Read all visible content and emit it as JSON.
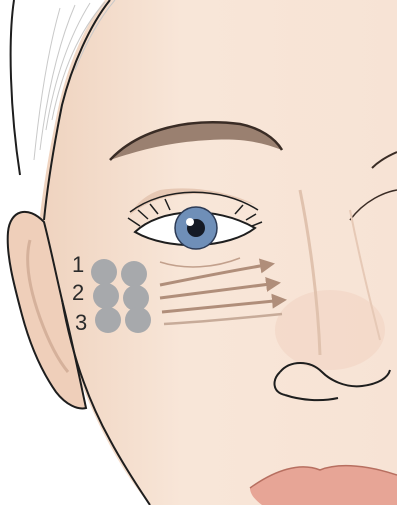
{
  "illustration": {
    "steps": [
      {
        "label": "1"
      },
      {
        "label": "2"
      },
      {
        "label": "3"
      }
    ],
    "arrow_count": 3,
    "colors": {
      "skin": "#f6e2d2",
      "skin_shadow": "#ead0bc",
      "hair": "#ffffff",
      "outline": "#1e1e1e",
      "iris": "#6f8fb8",
      "pad": "#a7a9ac",
      "arrow": "#b08e7a",
      "lips": "#e7a596",
      "brow": "#9a8070"
    }
  }
}
